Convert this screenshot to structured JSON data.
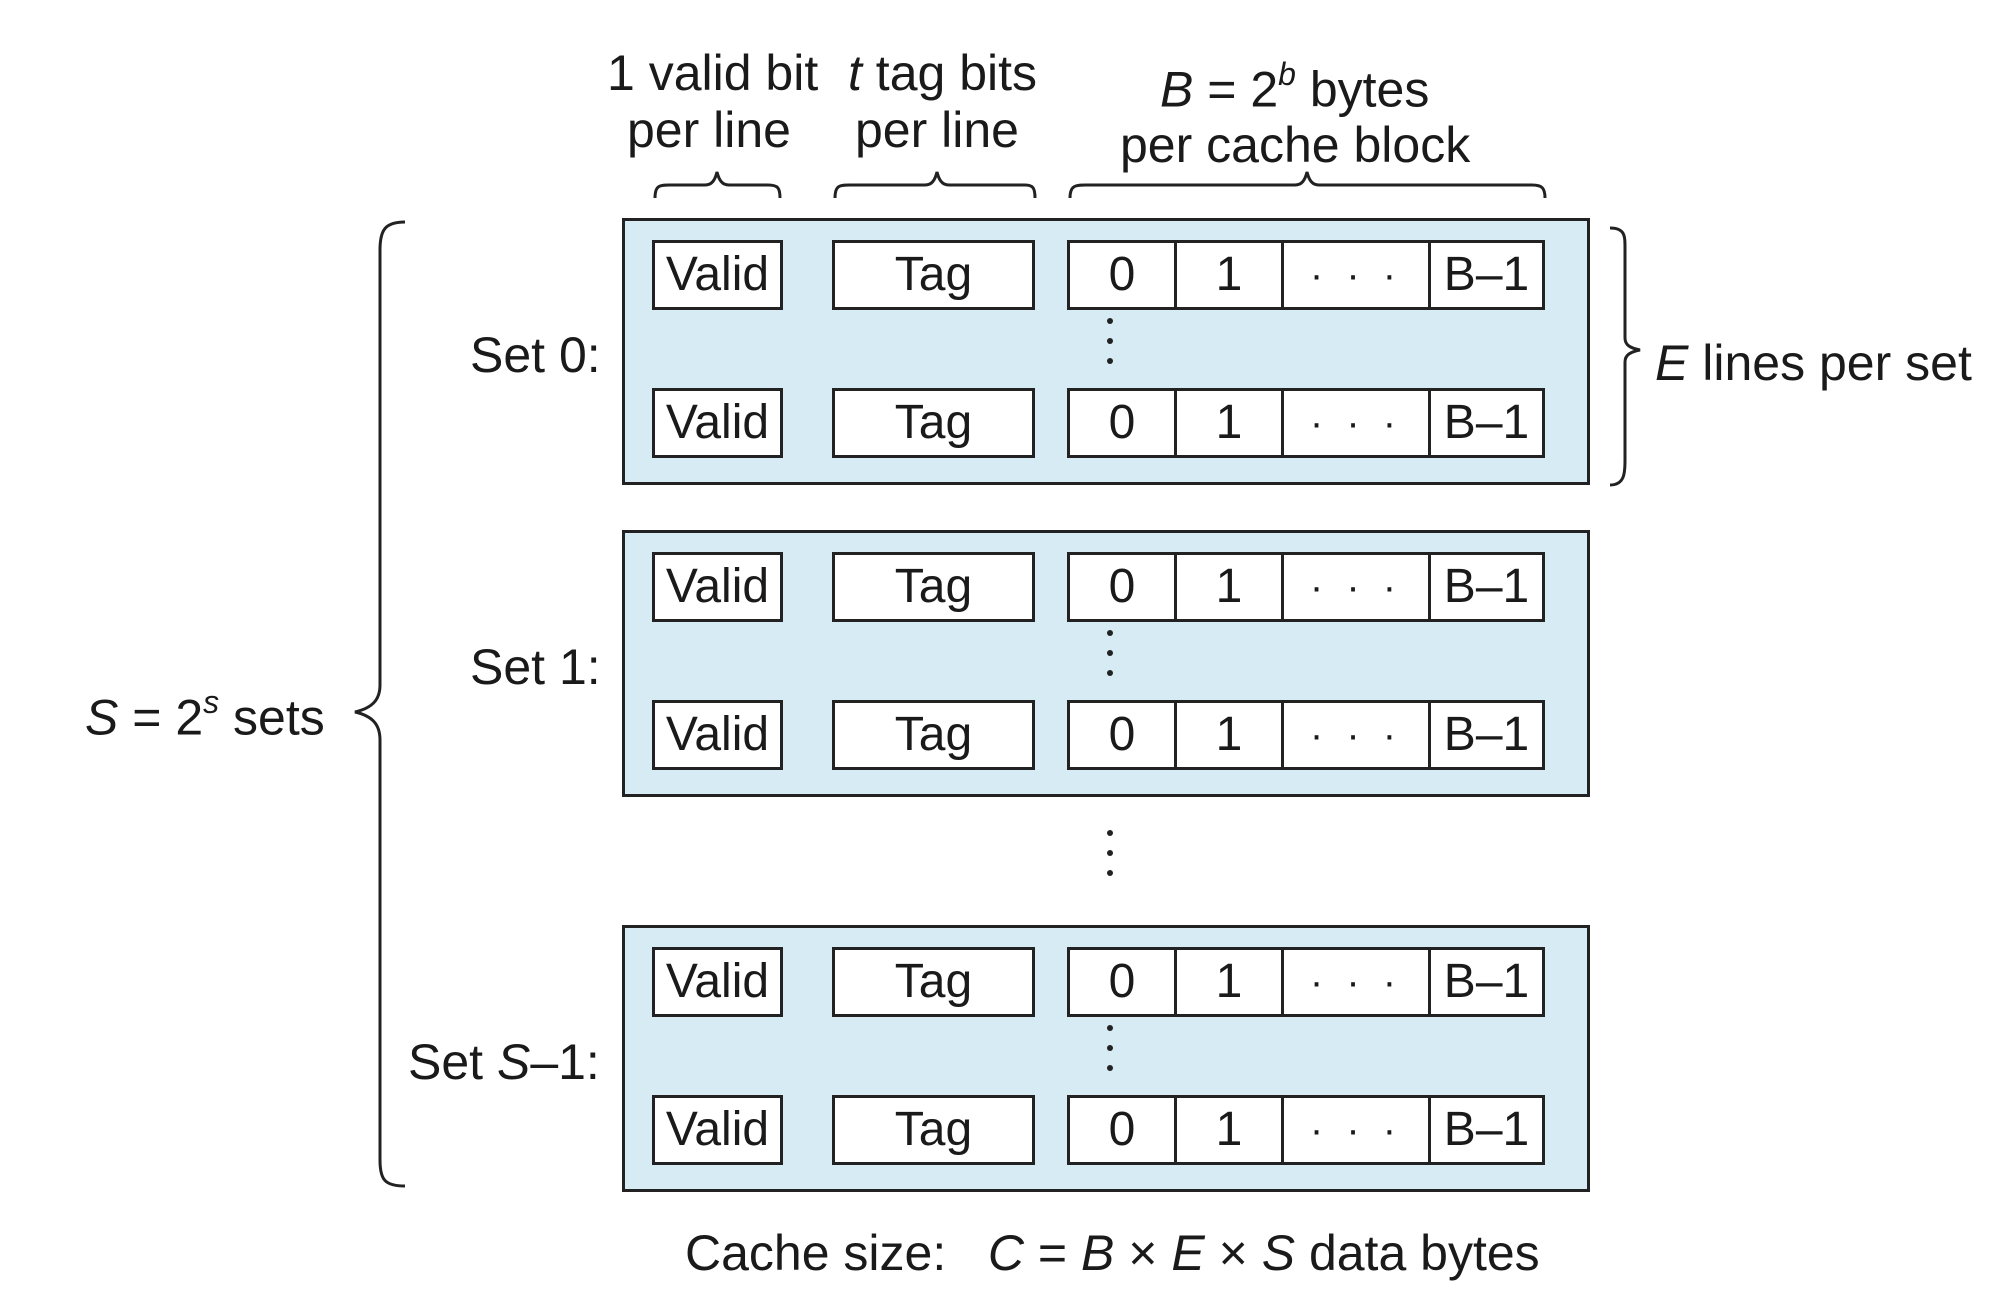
{
  "headers": {
    "valid": [
      "1 valid bit",
      "per line"
    ],
    "tag_prefix": "t",
    "tag_rest": " tag bits",
    "tag_line2": "per line",
    "block_B": "B",
    "block_eq": " = 2",
    "block_exp": "b",
    "block_rest": " bytes",
    "block_line2": "per cache block"
  },
  "right_label": {
    "E": "E",
    "rest": " lines per set"
  },
  "left_label": {
    "S": "S",
    "eq": " = 2",
    "exp": "s",
    "rest": " sets"
  },
  "line": {
    "valid": "Valid",
    "tag": "Tag",
    "byte0": "0",
    "byte1": "1",
    "ellipsis": "· · ·",
    "last_B": "B",
    "last_rest": "–1"
  },
  "sets": [
    {
      "label": "Set 0:"
    },
    {
      "label": "Set 1:"
    },
    {
      "label_prefix": "Set ",
      "label_S": "S",
      "label_suffix": "–1:"
    }
  ],
  "footer": {
    "prefix": "Cache size:   ",
    "C": "C",
    "eq": " = ",
    "B": "B",
    "x1": " × ",
    "E": "E",
    "x2": " × ",
    "S": "S",
    "rest": " data bytes"
  }
}
